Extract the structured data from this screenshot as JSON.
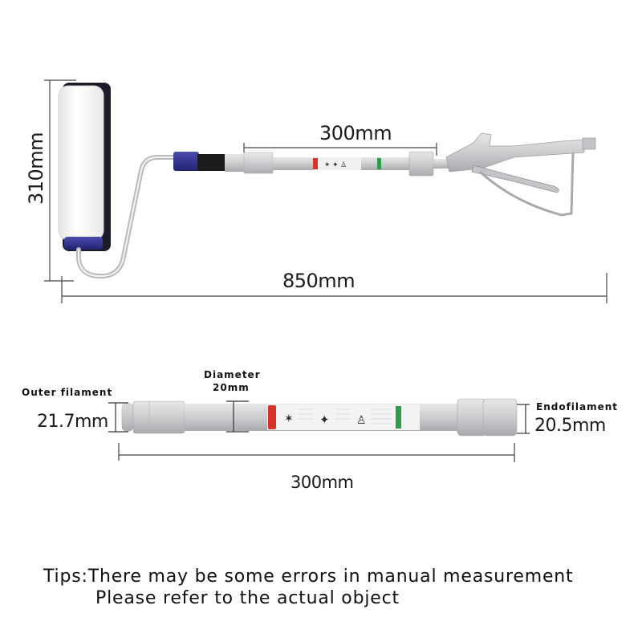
{
  "top_assembly": {
    "roller_height_label": "310mm",
    "extension_label": "300mm",
    "total_length_label": "850mm"
  },
  "extension_pole": {
    "outer_thread_title": "Outer filament",
    "outer_thread_value": "21.7mm",
    "diameter_title": "Diameter",
    "diameter_value": "20mm",
    "inner_thread_title": "Endofilament",
    "inner_thread_value": "20.5mm",
    "length_label": "300mm"
  },
  "tips": {
    "line1": "Tips:There may be some errors in manual measurement",
    "line2": "Please refer to the actual object"
  },
  "colors": {
    "roller_cover": "#f4f4f2",
    "roller_frame": "#1b1d2a",
    "roller_cap": "#2e2f8a",
    "metal": "#c9cacc",
    "dimension_line": "#333333",
    "label_red": "#d8322b",
    "label_green": "#2f9a4a"
  }
}
